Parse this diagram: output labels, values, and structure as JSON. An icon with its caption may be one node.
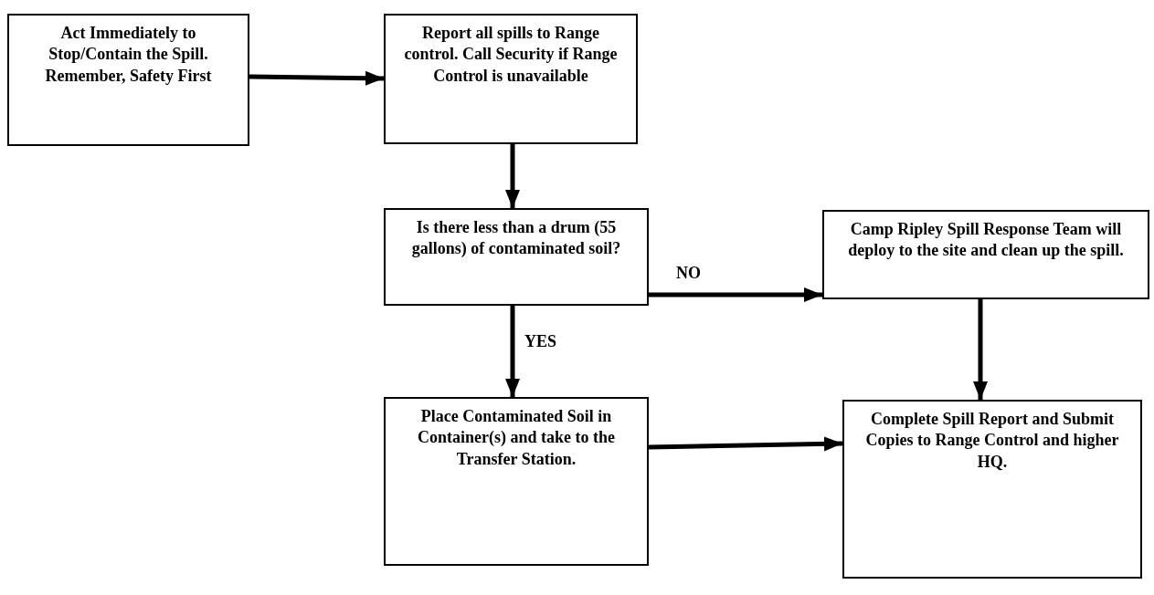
{
  "diagram": {
    "nodes": [
      {
        "text": [
          "Act Immediately to Stop/Contain the Spill.  Remember, Safety First"
        ]
      },
      {
        "text": [
          "Report all spills to Range control.  Call Security if Range Control is unavailable"
        ]
      },
      {
        "text": [
          "Is there less than a drum (55 gallons) of contaminated soil?"
        ]
      },
      {
        "text": [
          "Camp Ripley Spill Response Team will deploy to the site and clean up the spill."
        ]
      },
      {
        "text": [
          "Place Contaminated Soil in Container(s) and take to the Transfer Station."
        ]
      },
      {
        "text": [
          "Complete Spill Report and Submit Copies to Range Control and higher HQ."
        ]
      }
    ],
    "edges": [
      {
        "from": 0,
        "to": 1,
        "arrow": "to"
      },
      {
        "from": 1,
        "to": 2,
        "arrow": "to"
      },
      {
        "from": 2,
        "to": 3,
        "arrow": "to",
        "label": "NO"
      },
      {
        "from": 2,
        "to": 4,
        "arrow": "to",
        "label": "YES"
      },
      {
        "from": 3,
        "to": 5,
        "arrow": "to"
      },
      {
        "from": 4,
        "to": 5,
        "arrow": "to"
      }
    ]
  }
}
